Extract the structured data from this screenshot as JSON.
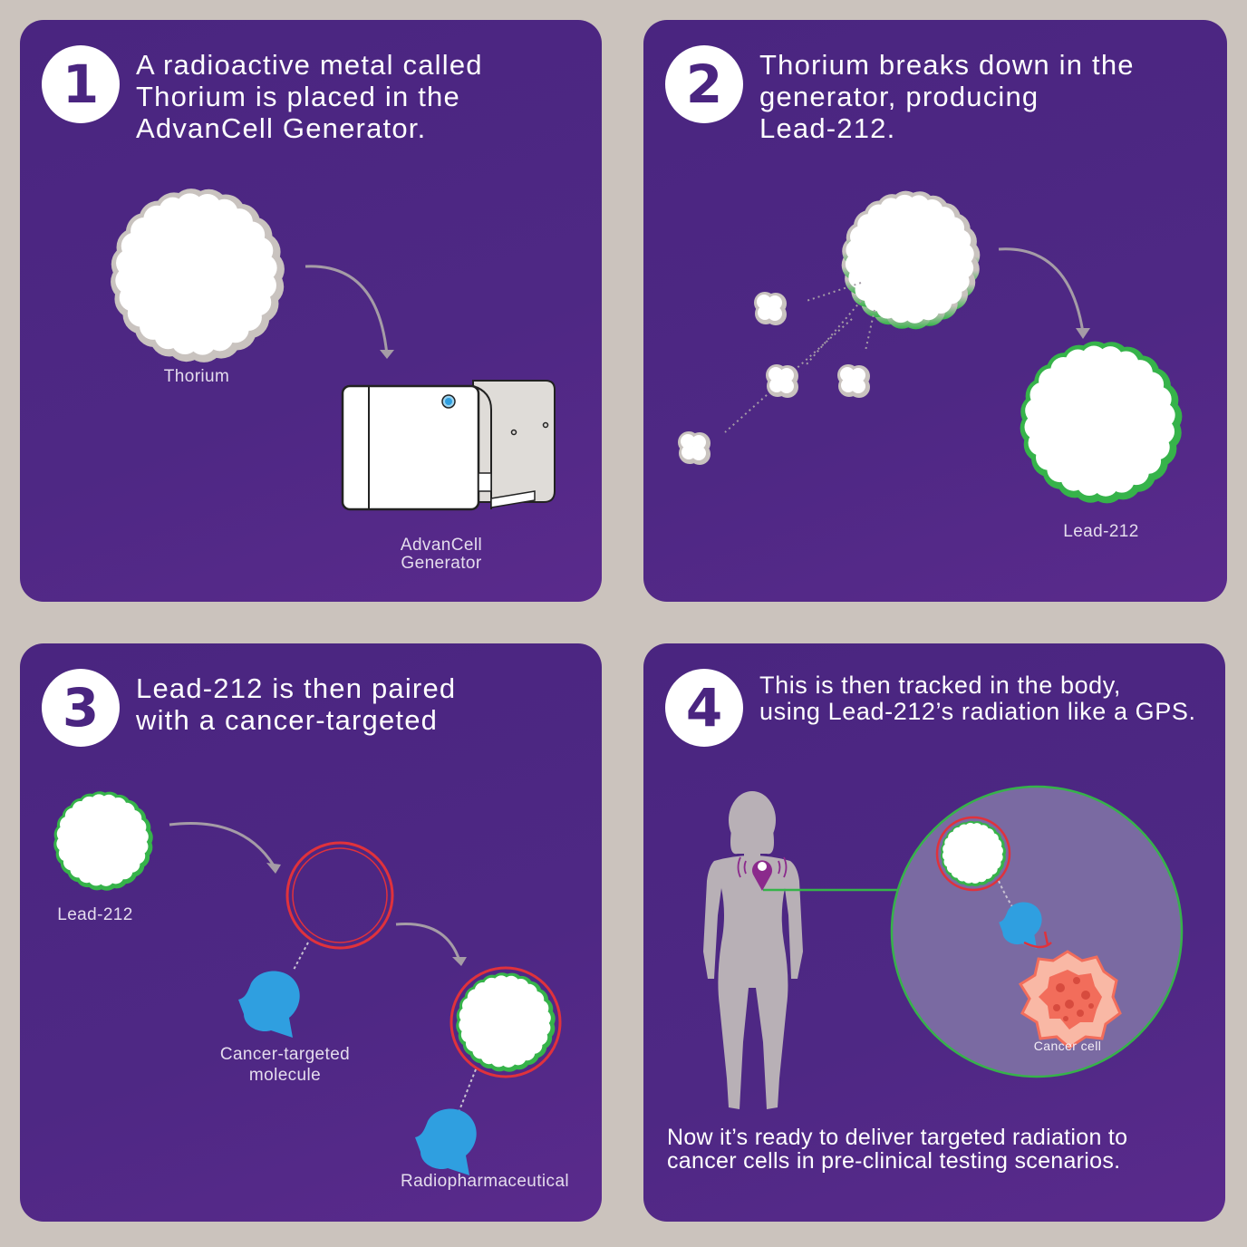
{
  "steps": [
    {
      "number": "1",
      "title": "A radioactive metal called\nThorium is placed in the\nAdvanCell Generator.",
      "labels": {
        "thorium": "Thorium",
        "generator": "AdvanCell\nGenerator"
      }
    },
    {
      "number": "2",
      "title": "Thorium breaks down in the\ngenerator, producing\nLead-212.",
      "labels": {
        "lead": "Lead-212"
      }
    },
    {
      "number": "3",
      "title": "Lead-212 is then paired\nwith a cancer-targeted",
      "labels": {
        "lead": "Lead-212",
        "molecule": "Cancer-targeted\nmolecule",
        "radiopharm": "Radiopharmaceutical"
      }
    },
    {
      "number": "4",
      "title": "This is then tracked in the body,\nusing Lead-212’s radiation like a GPS.",
      "labels": {
        "cancer_cell": "Cancer cell"
      },
      "footer": "Now it’s ready to deliver targeted radiation to\ncancer cells in pre-clinical testing scenarios."
    }
  ],
  "colors": {
    "background": "#cbc3bd",
    "panel": "#4e2884",
    "nucleus_grey": "#c9c3bf",
    "nucleus_green": "#36b34a",
    "ring_red": "#e0323c",
    "molecule_blue": "#2f9fe0",
    "cancer_cell": "#f26d5b",
    "pin": "#8b2a8c"
  },
  "icons": [
    "generator-device-icon",
    "human-figure-icon",
    "location-pin-icon",
    "targeting-molecule-icon"
  ]
}
